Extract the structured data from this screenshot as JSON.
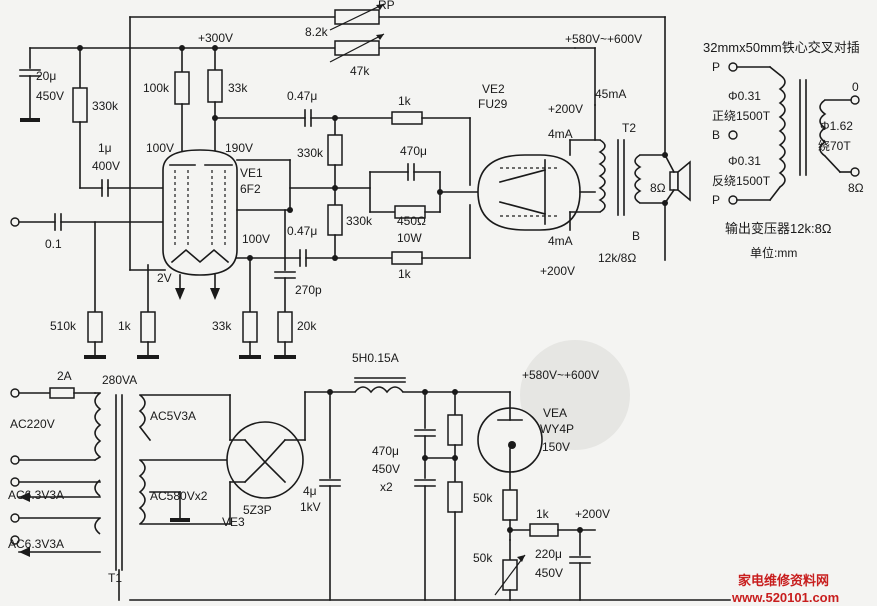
{
  "labels": {
    "rp": "RP",
    "r_8k2": "8.2k",
    "r_47k": "47k",
    "v300": "+300V",
    "c20u": "20μ",
    "c20u_v": "450V",
    "r330k": "330k",
    "r100k": "100k",
    "r33k_top": "33k",
    "c047_top": "0.47μ",
    "r1k_top": "1k",
    "c1u": "1μ",
    "c1u_v": "400V",
    "v100_a": "100V",
    "v190": "190V",
    "ve1": "VE1",
    "ve1_type": "6F2",
    "r330k_mid": "330k",
    "c470u": "470μ",
    "r450": "450Ω",
    "r10w": "10W",
    "r330k_mid2": "330k",
    "c047_bot": "0.47μ",
    "r1k_mid": "1k",
    "c01": "0.1",
    "v100_b": "100V",
    "v2": "2V",
    "c270p": "270p",
    "r510k": "510k",
    "r1k_cath": "1k",
    "r33k_bot": "33k",
    "r20k": "20k",
    "ve2": "VE2",
    "ve2_type": "FU29",
    "v200_top": "+200V",
    "v200_bot": "+200V",
    "ma4_top": "4mA",
    "ma4_bot": "4mA",
    "b_plus_top": "+580V~+600V",
    "ma45": "45mA",
    "t2": "T2",
    "t2_b": "B",
    "ohm8": "8Ω",
    "t2_ratio": "12k/8Ω",
    "core": "32mmx50mm铁心交叉对插",
    "p_top": "P",
    "b_mid": "B",
    "p_bot": "P",
    "phi031_a": "Φ0.31",
    "wind_fwd": "正绕1500T",
    "phi031_b": "Φ0.31",
    "wind_rev": "反绕1500T",
    "sec_0": "0",
    "phi162": "Φ1.62",
    "wind_70": "绕70T",
    "sec_8": "8Ω",
    "xfmr_title": "输出变压器12k:8Ω",
    "unit": "单位:mm",
    "fuse": "2A",
    "va280": "280VA",
    "ac220": "AC220V",
    "ac5v": "AC5V3A",
    "ac580": "AC580Vx2",
    "ac63_a": "AC6.3V3A",
    "ac63_b": "AC6.3V3A",
    "t1": "T1",
    "ve3": "VE3",
    "ve3_type": "5Z3P",
    "c4u": "4μ",
    "c4u_v": "1kV",
    "choke": "5H0.15A",
    "c470u_psu": "470μ",
    "c470u_psu_v": "450V",
    "c470u_psu_x": "x2",
    "b_plus_psu": "+580V~+600V",
    "vea": "VEA",
    "vea_type": "WY4P",
    "vea_v": "150V",
    "r50k_a": "50k",
    "r1k_psu": "1k",
    "v200_psu": "+200V",
    "r50k_b": "50k",
    "c220u": "220μ",
    "c220u_v": "450V",
    "watermark1": "家电维修资料网",
    "watermark2": "www.520101.com"
  }
}
